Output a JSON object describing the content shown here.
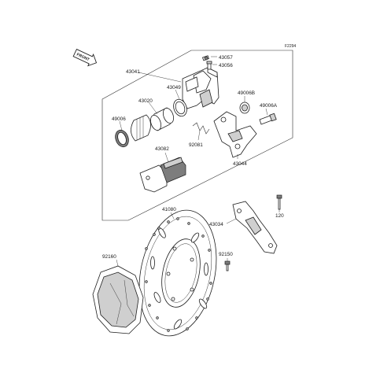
{
  "diagram": {
    "ref_code": "F2294",
    "front_tag": "FRONT",
    "labels": {
      "p43041": "43041",
      "p43057": "43057",
      "p43056": "43056",
      "p43049": "43049",
      "p43020": "43020",
      "p49006": "49006",
      "p49006B": "49006B",
      "p49006A": "49006A",
      "p92081": "92081",
      "p43044": "43044",
      "p43082": "43082",
      "p41080": "41080",
      "p43034": "43034",
      "p120": "120",
      "p92150": "92150",
      "p92160": "92160"
    }
  },
  "colors": {
    "line": "#2b2b2b",
    "part_fill": "#ffffff",
    "shade": "#cfcfcf",
    "dark": "#7d7d7d"
  }
}
